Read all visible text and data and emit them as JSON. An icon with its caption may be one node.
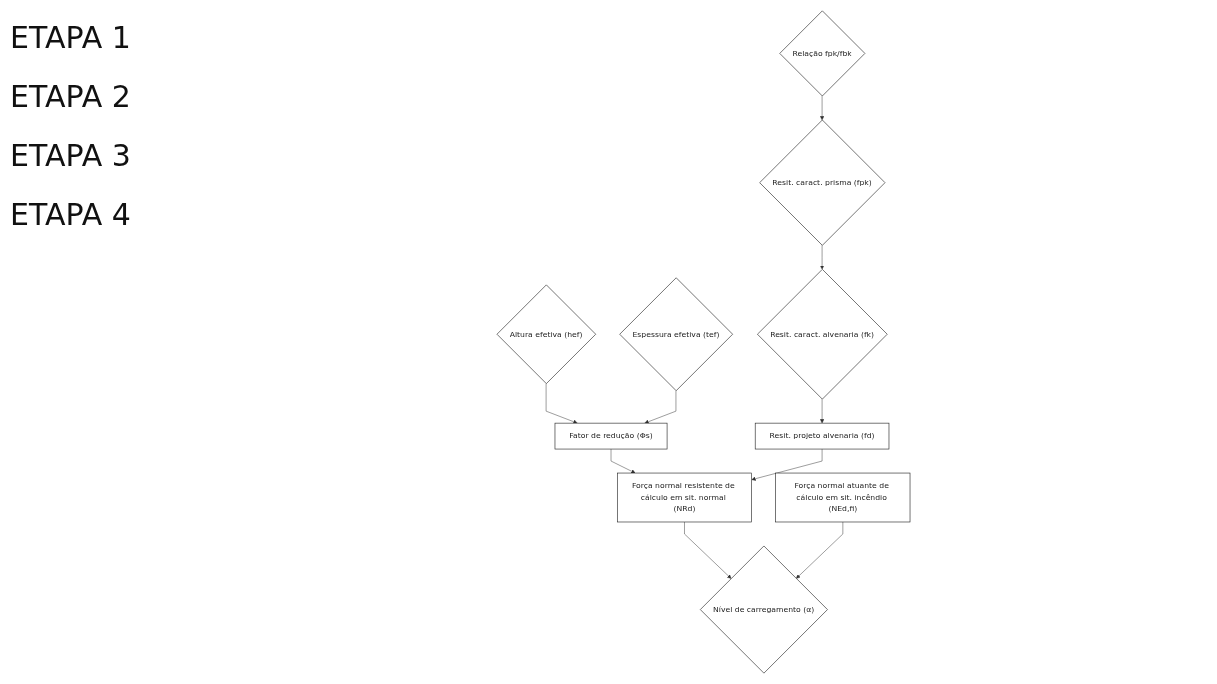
{
  "diagram": {
    "nodes": [
      {
        "text": [
          "Altura efetiva (hef)"
        ]
      },
      {
        "text": [
          "Espessura efetiva (tef)"
        ]
      },
      {
        "text": [
          "Relação fpk/fbk"
        ]
      },
      {
        "text": [
          "Resit. caract. prisma (fpk)"
        ]
      },
      {
        "text": [
          "Fator de redução (Φs)"
        ]
      },
      {
        "text": [
          "Resit. projeto alvenaria (fd)"
        ]
      },
      {
        "text": [
          "Resit. caract. alvenaria (fk)"
        ]
      },
      {
        "text": [
          "Força normal resistente de cálculo em sit. normal (NRd)"
        ]
      },
      {
        "text": [
          "Força normal atuante de cálculo em sit. incêndio (NEd,fi)"
        ]
      },
      {
        "text": [
          "Nível de carregamento (α)"
        ]
      }
    ],
    "edges": [
      {
        "from": 0,
        "to": 4,
        "arrow": "to"
      },
      {
        "from": 1,
        "to": 4,
        "arrow": "to"
      },
      {
        "from": 2,
        "to": 3,
        "arrow": "to"
      },
      {
        "from": 3,
        "to": 6,
        "arrow": "to"
      },
      {
        "from": 6,
        "to": 5,
        "arrow": "to"
      },
      {
        "from": 4,
        "to": 7,
        "arrow": "to"
      },
      {
        "from": 5,
        "to": 7,
        "arrow": "to"
      },
      {
        "from": 7,
        "to": 9,
        "arrow": "to"
      },
      {
        "from": 8,
        "to": 9,
        "arrow": "to"
      }
    ],
    "labels": [
      "ETAPA 1",
      "ETAPA 2",
      "ETAPA 3",
      "ETAPA 4"
    ]
  }
}
